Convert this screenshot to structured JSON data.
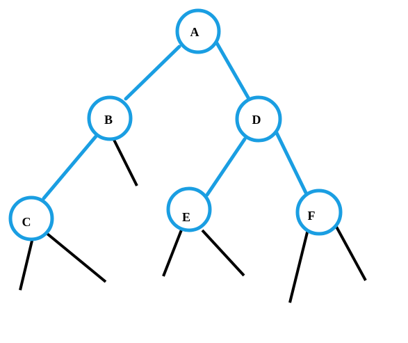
{
  "diagram": {
    "type": "binary-tree",
    "colors": {
      "node_stroke": "#1a9ee2",
      "tree_edge": "#1a9ee2",
      "null_edge": "#000000",
      "label": "#000000",
      "background": "#ffffff"
    },
    "nodes": {
      "a": {
        "label": "A"
      },
      "b": {
        "label": "B"
      },
      "c": {
        "label": "C"
      },
      "d": {
        "label": "D"
      },
      "e": {
        "label": "E"
      },
      "f": {
        "label": "F"
      }
    },
    "edges": [
      {
        "from": "A",
        "to": "B"
      },
      {
        "from": "A",
        "to": "D"
      },
      {
        "from": "B",
        "to": "C"
      },
      {
        "from": "D",
        "to": "E"
      },
      {
        "from": "D",
        "to": "F"
      }
    ],
    "null_links": [
      {
        "from": "B",
        "side": "right"
      },
      {
        "from": "C",
        "side": "left"
      },
      {
        "from": "C",
        "side": "right"
      },
      {
        "from": "E",
        "side": "left"
      },
      {
        "from": "E",
        "side": "right"
      },
      {
        "from": "F",
        "side": "left"
      },
      {
        "from": "F",
        "side": "right"
      }
    ]
  }
}
